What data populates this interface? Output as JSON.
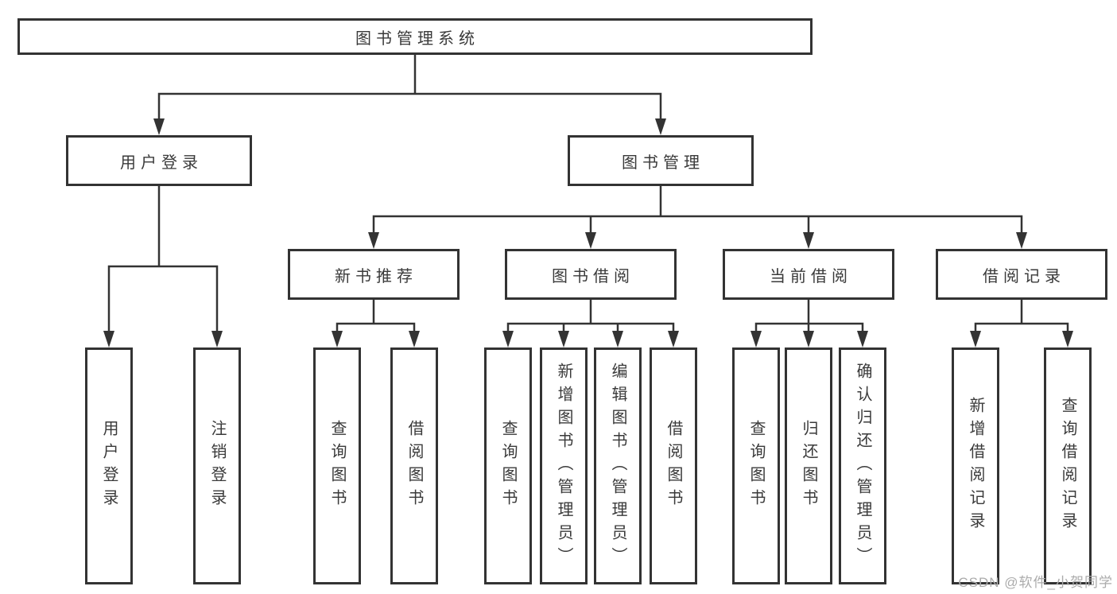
{
  "diagram": {
    "root_label": "图书管理系统",
    "level2": {
      "user_login": {
        "label": "用户登录",
        "leaves": [
          "用户登录",
          "注销登录"
        ]
      },
      "book_mgmt": {
        "label": "图书管理",
        "sections": {
          "new_books": {
            "label": "新书推荐",
            "leaves": [
              "查询图书",
              "借阅图书"
            ]
          },
          "book_borrow": {
            "label": "图书借阅",
            "leaves": [
              "查询图书",
              "新增图书（管理员）",
              "编辑图书（管理员）",
              "借阅图书"
            ]
          },
          "current_borrow": {
            "label": "当前借阅",
            "leaves": [
              "查询图书",
              "归还图书",
              "确认归还（管理员）"
            ]
          },
          "borrow_records": {
            "label": "借阅记录",
            "leaves": [
              "新增借阅记录",
              "查询借阅记录"
            ]
          }
        }
      }
    }
  },
  "watermark": "CSDN @软件_小贺同学",
  "colors": {
    "line": "#333333",
    "text": "#3a3a3a",
    "watermark": "#ababab",
    "background": "#ffffff"
  }
}
